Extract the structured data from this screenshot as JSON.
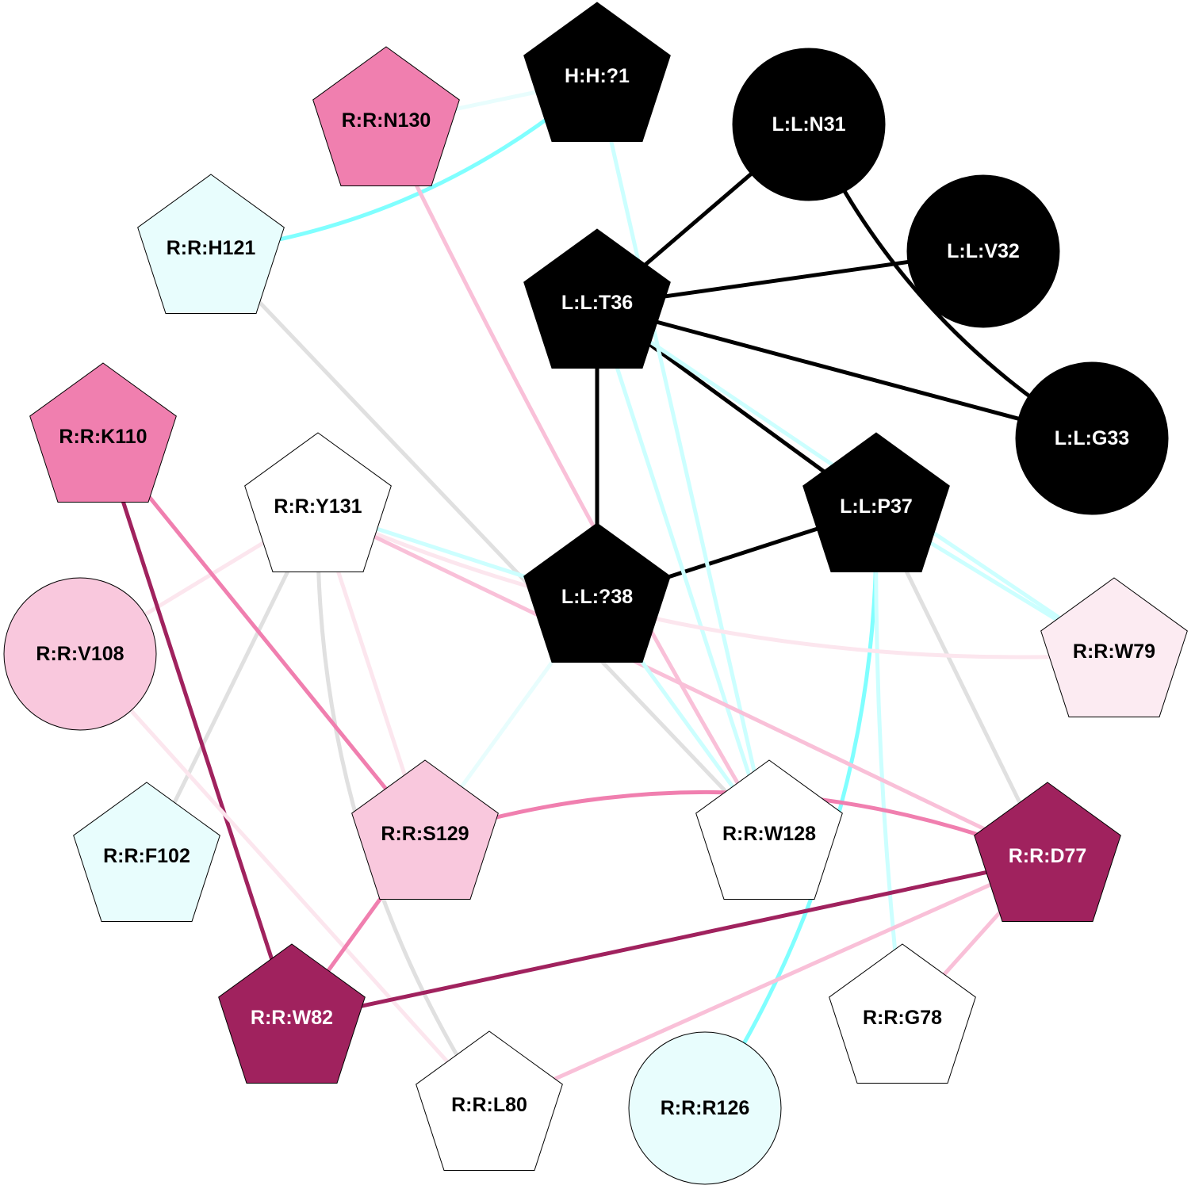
{
  "colors": {
    "ligand": "#000000",
    "strong_pink": "#F07FAF",
    "light_pink": "#F9C8DD",
    "faint_pink": "#FCEBF2",
    "dark_magenta": "#A0225E",
    "light_cyan": "#E8FDFD",
    "cyan_edge": "#80FFFF",
    "light_cyan_edge": "#CCFFFF",
    "gray_edge": "#E0E0E0",
    "pink_edge": "#F9C0D8",
    "faint_pink_edge": "#FCE6EE",
    "white": "#FFFFFF"
  },
  "nodes": [
    {
      "id": "H:H:?1",
      "shape": "pentagon",
      "fill": "#000000",
      "text": "#FFFFFF"
    },
    {
      "id": "R:R:N130",
      "shape": "pentagon",
      "fill": "#F07FAF",
      "text": "#000000"
    },
    {
      "id": "L:L:N31",
      "shape": "circle",
      "fill": "#000000",
      "text": "#FFFFFF"
    },
    {
      "id": "R:R:H121",
      "shape": "pentagon",
      "fill": "#E8FDFD",
      "text": "#000000"
    },
    {
      "id": "L:L:V32",
      "shape": "circle",
      "fill": "#000000",
      "text": "#FFFFFF"
    },
    {
      "id": "L:L:T36",
      "shape": "pentagon",
      "fill": "#000000",
      "text": "#FFFFFF"
    },
    {
      "id": "L:L:G33",
      "shape": "circle",
      "fill": "#000000",
      "text": "#FFFFFF"
    },
    {
      "id": "R:R:K110",
      "shape": "pentagon",
      "fill": "#F07FAF",
      "text": "#000000"
    },
    {
      "id": "R:R:Y131",
      "shape": "pentagon",
      "fill": "#FFFFFF",
      "text": "#000000"
    },
    {
      "id": "L:L:P37",
      "shape": "pentagon",
      "fill": "#000000",
      "text": "#FFFFFF"
    },
    {
      "id": "L:L:?38",
      "shape": "pentagon",
      "fill": "#000000",
      "text": "#FFFFFF"
    },
    {
      "id": "R:R:V108",
      "shape": "circle",
      "fill": "#F9C8DD",
      "text": "#000000"
    },
    {
      "id": "R:R:W79",
      "shape": "pentagon",
      "fill": "#FCEBF2",
      "text": "#000000"
    },
    {
      "id": "R:R:F102",
      "shape": "pentagon",
      "fill": "#E8FDFD",
      "text": "#000000"
    },
    {
      "id": "R:R:S129",
      "shape": "pentagon",
      "fill": "#F9C8DD",
      "text": "#000000"
    },
    {
      "id": "R:R:W128",
      "shape": "pentagon",
      "fill": "#FFFFFF",
      "text": "#000000"
    },
    {
      "id": "R:R:D77",
      "shape": "pentagon",
      "fill": "#A0225E",
      "text": "#FFFFFF"
    },
    {
      "id": "R:R:W82",
      "shape": "pentagon",
      "fill": "#A0225E",
      "text": "#FFFFFF"
    },
    {
      "id": "R:R:G78",
      "shape": "pentagon",
      "fill": "#FFFFFF",
      "text": "#000000"
    },
    {
      "id": "R:R:L80",
      "shape": "pentagon",
      "fill": "#FFFFFF",
      "text": "#000000"
    },
    {
      "id": "R:R:R126",
      "shape": "circle",
      "fill": "#E8FDFD",
      "text": "#000000"
    }
  ],
  "edges": [
    {
      "source": "L:L:T36",
      "target": "L:L:N31",
      "color": "#000000"
    },
    {
      "source": "L:L:T36",
      "target": "L:L:V32",
      "color": "#000000"
    },
    {
      "source": "L:L:T36",
      "target": "L:L:G33",
      "color": "#000000"
    },
    {
      "source": "L:L:T36",
      "target": "L:L:P37",
      "color": "#000000"
    },
    {
      "source": "L:L:T36",
      "target": "L:L:?38",
      "color": "#000000"
    },
    {
      "source": "L:L:N31",
      "target": "L:L:G33",
      "color": "#000000"
    },
    {
      "source": "L:L:P37",
      "target": "L:L:?38",
      "color": "#000000"
    },
    {
      "source": "H:H:?1",
      "target": "R:R:H121",
      "color": "#80FFFF"
    },
    {
      "source": "H:H:?1",
      "target": "R:R:N130",
      "color": "#E8FDFD"
    },
    {
      "source": "H:H:?1",
      "target": "R:R:W128",
      "color": "#CCFFFF"
    },
    {
      "source": "R:R:N130",
      "target": "R:R:W128",
      "color": "#F9C0D8"
    },
    {
      "source": "R:R:H121",
      "target": "R:R:W128",
      "color": "#E0E0E0"
    },
    {
      "source": "L:L:T36",
      "target": "R:R:W79",
      "color": "#CCFFFF"
    },
    {
      "source": "L:L:T36",
      "target": "R:R:W128",
      "color": "#CCFFFF"
    },
    {
      "source": "L:L:P37",
      "target": "R:R:W79",
      "color": "#CCFFFF"
    },
    {
      "source": "L:L:P37",
      "target": "R:R:R126",
      "color": "#80FFFF"
    },
    {
      "source": "L:L:P37",
      "target": "R:R:G78",
      "color": "#CCFFFF"
    },
    {
      "source": "L:L:P37",
      "target": "R:R:D77",
      "color": "#E0E0E0"
    },
    {
      "source": "R:R:Y131",
      "target": "R:R:W79",
      "color": "#FCE6EE"
    },
    {
      "source": "R:R:Y131",
      "target": "L:L:?38",
      "color": "#CCFFFF"
    },
    {
      "source": "R:R:Y131",
      "target": "R:R:D77",
      "color": "#F9C0D8"
    },
    {
      "source": "R:R:Y131",
      "target": "R:R:V108",
      "color": "#FCE6EE"
    },
    {
      "source": "R:R:Y131",
      "target": "R:R:F102",
      "color": "#E0E0E0"
    },
    {
      "source": "R:R:Y131",
      "target": "R:R:L80",
      "color": "#E0E0E0"
    },
    {
      "source": "R:R:Y131",
      "target": "R:R:S129",
      "color": "#FCE6EE"
    },
    {
      "source": "R:R:K110",
      "target": "R:R:S129",
      "color": "#F07FAF"
    },
    {
      "source": "R:R:K110",
      "target": "R:R:W82",
      "color": "#A0225E"
    },
    {
      "source": "L:L:?38",
      "target": "R:R:S129",
      "color": "#E8FDFD"
    },
    {
      "source": "L:L:?38",
      "target": "R:R:W128",
      "color": "#CCFFFF"
    },
    {
      "source": "R:R:V108",
      "target": "R:R:L80",
      "color": "#FCE6EE"
    },
    {
      "source": "R:R:S129",
      "target": "R:R:D77",
      "color": "#F07FAF"
    },
    {
      "source": "R:R:S129",
      "target": "R:R:W82",
      "color": "#F07FAF"
    },
    {
      "source": "R:R:D77",
      "target": "R:R:W82",
      "color": "#A0225E"
    },
    {
      "source": "R:R:D77",
      "target": "R:R:L80",
      "color": "#F9C0D8"
    },
    {
      "source": "R:R:D77",
      "target": "R:R:G78",
      "color": "#F9C0D8"
    }
  ]
}
